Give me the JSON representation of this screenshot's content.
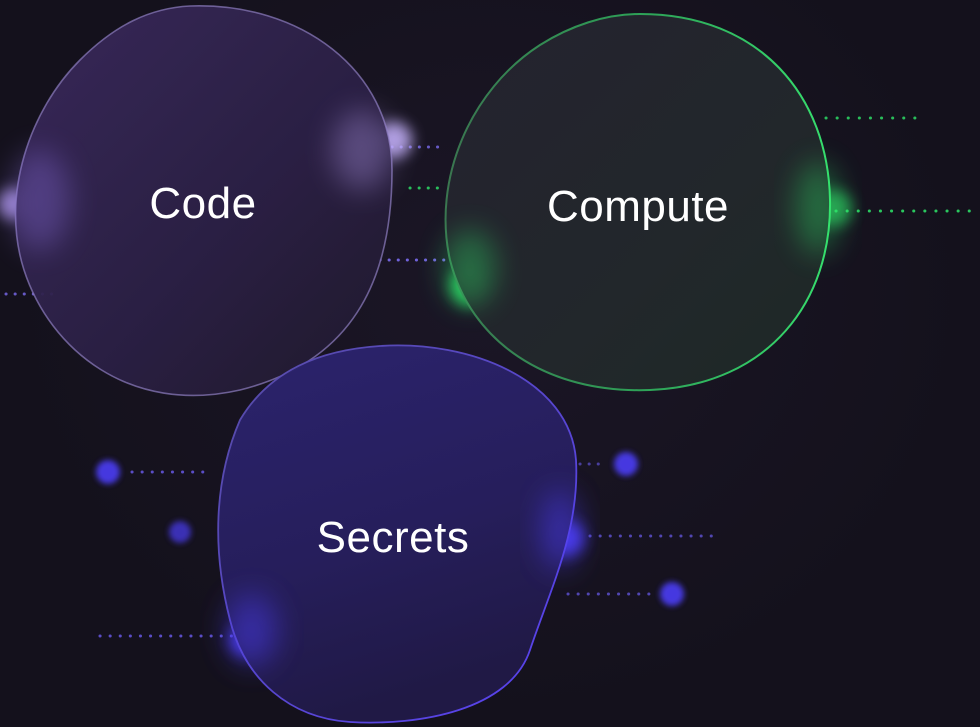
{
  "nodes": {
    "code": {
      "label": "Code",
      "accent": "#a48cf0"
    },
    "compute": {
      "label": "Compute",
      "accent": "#2ee86a"
    },
    "secrets": {
      "label": "Secrets",
      "accent": "#4d3cff"
    }
  },
  "colors": {
    "background": "#16121f",
    "dot_purple": "#7b6cf0",
    "dot_green": "#2ee86a",
    "dot_blue": "#4b3cf5"
  }
}
